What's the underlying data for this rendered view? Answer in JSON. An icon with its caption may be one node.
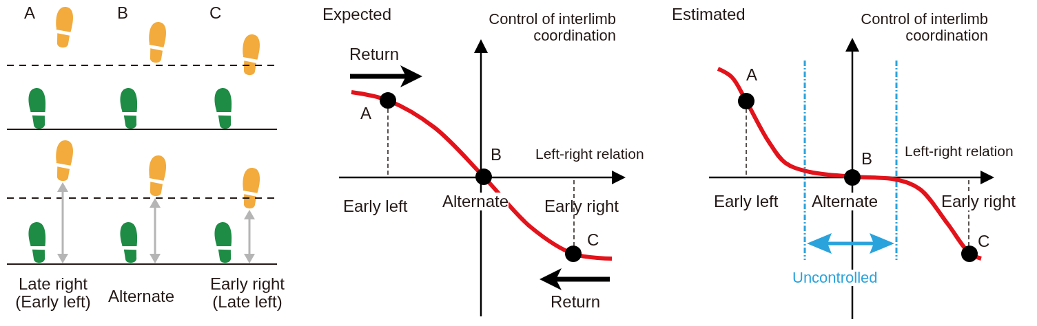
{
  "diagram": {
    "labels": [
      "A",
      "B",
      "C",
      "Late right (Early left)",
      "Alternate",
      "Early right (Late left)",
      "Expected",
      "Control of interlimb coordination",
      "Return",
      "A",
      "B",
      "Left-right relation",
      "Early left",
      "Alternate",
      "Early right",
      "C",
      "Return",
      "Estimated",
      "Control of interlimb coordination",
      "A",
      "B",
      "Left-right relation",
      "Early left",
      "Alternate",
      "Early right",
      "C",
      "Uncontrolled"
    ]
  }
}
